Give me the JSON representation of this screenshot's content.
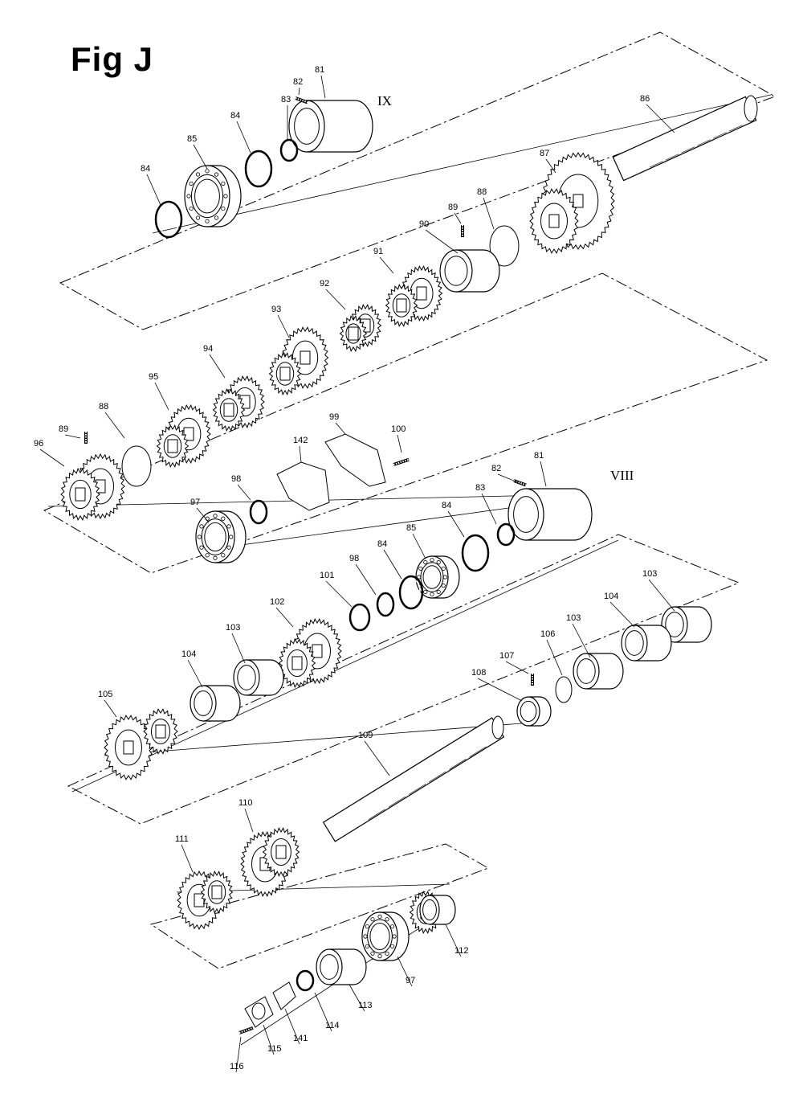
{
  "figure": {
    "title": "Fig J"
  },
  "shafts": {
    "upper": "IX",
    "middle": "VIII"
  },
  "parts": [
    {
      "id": "81a",
      "label": "81",
      "kind": "sleeve"
    },
    {
      "id": "82a",
      "label": "82",
      "kind": "screw"
    },
    {
      "id": "83a",
      "label": "83",
      "kind": "ring"
    },
    {
      "id": "84a",
      "label": "84",
      "kind": "ring"
    },
    {
      "id": "84b",
      "label": "84",
      "kind": "ring"
    },
    {
      "id": "85a",
      "label": "85",
      "kind": "bearing"
    },
    {
      "id": "86",
      "label": "86",
      "kind": "shaft"
    },
    {
      "id": "87",
      "label": "87",
      "kind": "gear"
    },
    {
      "id": "88a",
      "label": "88",
      "kind": "disc"
    },
    {
      "id": "89a",
      "label": "89",
      "kind": "screw"
    },
    {
      "id": "90",
      "label": "90",
      "kind": "collar"
    },
    {
      "id": "91",
      "label": "91",
      "kind": "gear"
    },
    {
      "id": "92",
      "label": "92",
      "kind": "gear"
    },
    {
      "id": "93",
      "label": "93",
      "kind": "gear"
    },
    {
      "id": "94",
      "label": "94",
      "kind": "gear"
    },
    {
      "id": "95",
      "label": "95",
      "kind": "gear"
    },
    {
      "id": "88b",
      "label": "88",
      "kind": "disc"
    },
    {
      "id": "89b",
      "label": "89",
      "kind": "screw"
    },
    {
      "id": "96",
      "label": "96",
      "kind": "gear"
    },
    {
      "id": "97a",
      "label": "97",
      "kind": "bearing"
    },
    {
      "id": "98a",
      "label": "98",
      "kind": "ring"
    },
    {
      "id": "142",
      "label": "142",
      "kind": "plate"
    },
    {
      "id": "99",
      "label": "99",
      "kind": "plate"
    },
    {
      "id": "100",
      "label": "100",
      "kind": "screw"
    },
    {
      "id": "82b",
      "label": "82",
      "kind": "screw"
    },
    {
      "id": "81b",
      "label": "81",
      "kind": "sleeve"
    },
    {
      "id": "83b",
      "label": "83",
      "kind": "ring"
    },
    {
      "id": "84c",
      "label": "84",
      "kind": "ring"
    },
    {
      "id": "85b",
      "label": "85",
      "kind": "bearing"
    },
    {
      "id": "84d",
      "label": "84",
      "kind": "ring"
    },
    {
      "id": "98b",
      "label": "98",
      "kind": "ring"
    },
    {
      "id": "101",
      "label": "101",
      "kind": "washer"
    },
    {
      "id": "102",
      "label": "102",
      "kind": "gear"
    },
    {
      "id": "103a",
      "label": "103",
      "kind": "bushing"
    },
    {
      "id": "104a",
      "label": "104",
      "kind": "bushing"
    },
    {
      "id": "105",
      "label": "105",
      "kind": "gear"
    },
    {
      "id": "103b",
      "label": "103",
      "kind": "bushing"
    },
    {
      "id": "104b",
      "label": "104",
      "kind": "bushing"
    },
    {
      "id": "103c",
      "label": "103",
      "kind": "bushing"
    },
    {
      "id": "106",
      "label": "106",
      "kind": "disc"
    },
    {
      "id": "107",
      "label": "107",
      "kind": "screw"
    },
    {
      "id": "108",
      "label": "108",
      "kind": "collar"
    },
    {
      "id": "109",
      "label": "109",
      "kind": "shaft"
    },
    {
      "id": "110",
      "label": "110",
      "kind": "gear"
    },
    {
      "id": "111",
      "label": "111",
      "kind": "gear"
    },
    {
      "id": "112",
      "label": "112",
      "kind": "gear"
    },
    {
      "id": "97b",
      "label": "97",
      "kind": "bearing"
    },
    {
      "id": "113",
      "label": "113",
      "kind": "bushing"
    },
    {
      "id": "114",
      "label": "114",
      "kind": "washer"
    },
    {
      "id": "141",
      "label": "141",
      "kind": "plate"
    },
    {
      "id": "115",
      "label": "115",
      "kind": "flange"
    },
    {
      "id": "116",
      "label": "116",
      "kind": "screw"
    }
  ]
}
